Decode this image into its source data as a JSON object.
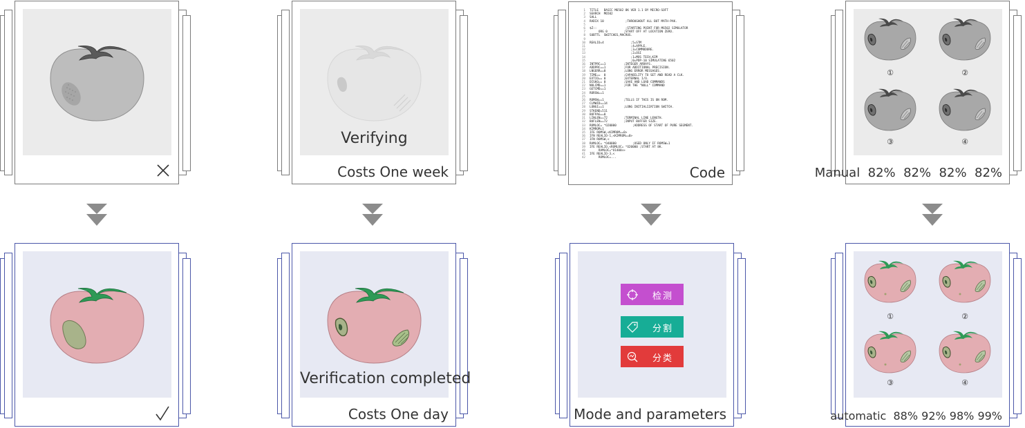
{
  "columns": [
    {
      "top": {
        "caption": "",
        "state": "rejected-icon"
      },
      "bottom": {
        "caption": "",
        "state": "accepted-icon"
      }
    },
    {
      "top": {
        "overlay": "Verifying",
        "caption": "Costs One week"
      },
      "bottom": {
        "overlay": "Verification completed",
        "caption": "Costs One day"
      }
    },
    {
      "top": {
        "caption": "Code"
      },
      "bottom": {
        "caption": "Mode and parameters",
        "buttons": [
          {
            "label": "检测",
            "color": "#c44fcf",
            "icon": "target-icon"
          },
          {
            "label": "分割",
            "color": "#17ad96",
            "icon": "tag-icon"
          },
          {
            "label": "分类",
            "color": "#e23b3b",
            "icon": "search-chart-icon"
          }
        ]
      }
    },
    {
      "top": {
        "caption": "Manual  82%  82%  82%  82%",
        "labels": [
          "①",
          "②",
          "③",
          "④"
        ]
      },
      "bottom": {
        "caption": "automatic  88% 92% 98% 99%",
        "labels": [
          "①",
          "②",
          "③",
          "④"
        ]
      }
    }
  ],
  "code_lines": [
    [
      "1",
      "TITLE   BASIC M6502 8K VER 1.1 BY MICRO-SOFT"
    ],
    [
      "2",
      "SEARCH  M6502"
    ],
    [
      "3",
      "SALL"
    ],
    [
      "4",
      "RADIX 10            ;THROUGHOUT ALL BUT MATH-PAK."
    ],
    [
      "5",
      ""
    ],
    [
      "6",
      "$Z::                ;STARTING POINT FOR M6502 SIMULATOR"
    ],
    [
      "7",
      "     ORG 0         ;START OFF AT LOCATION ZERO."
    ],
    [
      "8",
      "SUBTTL  SWITCHES,MACROS."
    ],
    [
      "9",
      ""
    ],
    [
      "10",
      "REALIO=4               ;5=STM"
    ],
    [
      "11",
      "                       ;4=APPLE."
    ],
    [
      "12",
      "                       ;3=COMMODORE."
    ],
    [
      "13",
      "                       ;2=OSI"
    ],
    [
      "14",
      "                       ;1=MOS TECH,KIM"
    ],
    [
      "15",
      "                       ;0=PDP-10 SIMULATING 6502"
    ],
    [
      "16",
      "INTPRC==1          ;INTEGER ARRAYS."
    ],
    [
      "17",
      "ADDPRC==1          ;FOR ADDITIONAL PRECISION."
    ],
    [
      "18",
      "LNGERR==0          ;LONG ERROR MESSAGES."
    ],
    [
      "19",
      "TIME==  0          ;CAPABILITY TO SET AND READ A CLK."
    ],
    [
      "20",
      "EXTIO== 0          ;EXTERNAL I/O."
    ],
    [
      "21",
      "DISKO== 0          ;SAVE AND LOAD COMMANDS"
    ],
    [
      "22",
      "NULCMD==1          ;FOR THE \"NULL\" COMMAND"
    ],
    [
      "23",
      "GETCMD==1"
    ],
    [
      "24",
      "RORSW==1"
    ],
    [
      "25",
      ""
    ],
    [
      "26",
      "ROMSW==1           ;TELLS IF THIS IS ON ROM."
    ],
    [
      "27",
      "CLMWID==14"
    ],
    [
      "28",
      "LONGI==1           ;LONG INITIALIZATION SWITCH."
    ],
    [
      "29",
      "STKEND=511"
    ],
    [
      "30",
      "BUFPAG==0"
    ],
    [
      "31",
      "LINLEN==72         ;TERMINAL LINE LENGTH."
    ],
    [
      "32",
      "BUFLEN==72         ;INPUT BUFFER SIZE."
    ],
    [
      "33",
      "ROMLOC= ^O20000         ;ADDRESS OF START OF PURE SEGMENT."
    ],
    [
      "34",
      "KIMROM=1"
    ],
    [
      "35",
      "IFE ROMSW,<KIMROM==0>"
    ],
    [
      "36",
      "IFN REALIO-1,<KIMROM==0>"
    ],
    [
      "37",
      "IFN ROMSW,<"
    ],
    [
      "38",
      "RAMLOC= ^O40000         ;USED ONLY IF ROMSW=1"
    ],
    [
      "39",
      "IFE REALIO,<ROMLOC= ^O20000 ;START AT 8K."
    ],
    [
      "40",
      "     RAMLOC=^O1400>>"
    ],
    [
      "41",
      "IFE REALIO-3,<"
    ],
    [
      "42",
      "     ROMLOC=..."
    ]
  ]
}
